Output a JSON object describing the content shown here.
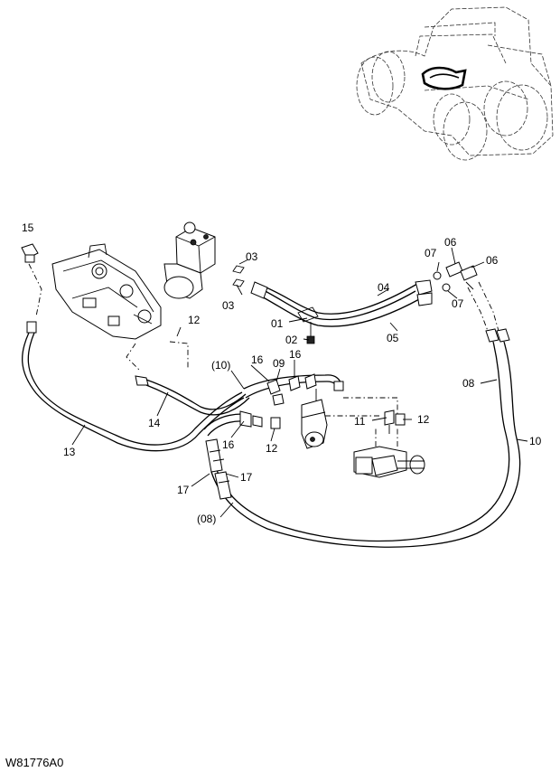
{
  "drawing_code": "W81776A0",
  "callouts": {
    "c01": "01",
    "c02": "02",
    "c03a": "03",
    "c03b": "03",
    "c04": "04",
    "c05": "05",
    "c06a": "06",
    "c06b": "06",
    "c07a": "07",
    "c07b": "07",
    "c08": "08",
    "c08p": "(08)",
    "c09": "09",
    "c10": "10",
    "c10p": "(10)",
    "c11": "11",
    "c12a": "12",
    "c12b": "12",
    "c12c": "12",
    "c13": "13",
    "c14": "14",
    "c15": "15",
    "c16a": "16",
    "c16b": "16",
    "c16c": "16",
    "c17a": "17",
    "c17b": "17"
  }
}
